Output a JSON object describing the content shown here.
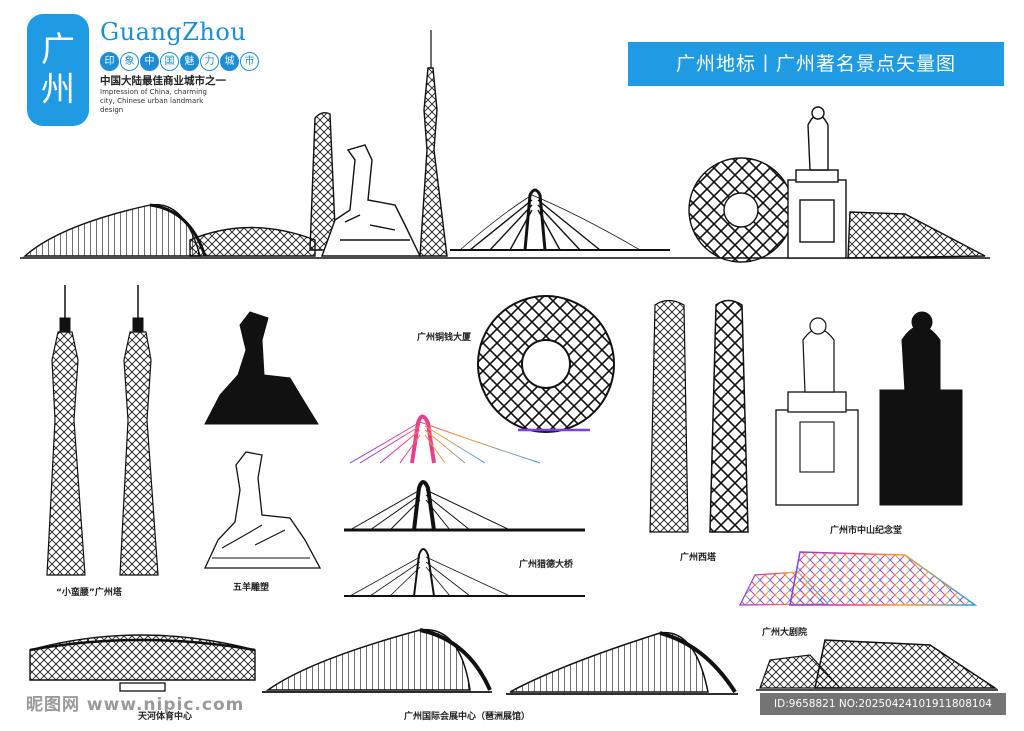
{
  "header": {
    "logo_chars": [
      "广",
      "州"
    ],
    "brand_name": "GuangZhou",
    "tagline_chips": [
      "印",
      "象",
      "中",
      "国",
      "魅",
      "力",
      "城",
      "市"
    ],
    "subtitle": "中国大陆最佳商业城市之一",
    "english_description": "Impression of China, charming city, Chinese urban landmark design",
    "banner_title": "广州地标丨广州著名景点矢量图"
  },
  "labels": {
    "canton_tower": "“小蛮腰”广州塔",
    "five_goats": "五羊雕塑",
    "guangzhou_circle": "广州铜钱大厦",
    "haixin_bridge": "广州猎德大桥",
    "west_tower": "广州西塔",
    "sun_yatsen": "广州市中山纪念堂",
    "opera_house": "广州大剧院",
    "tianhe_stadium": "天河体育中心",
    "expo_center": "广州国际会展中心（琶洲展馆）"
  },
  "footer": {
    "watermark": "昵图网 www.nipic.com",
    "image_id": "ID:9658821 NO:20250424101911808104"
  },
  "colors": {
    "accent_blue": "#1e9be3",
    "line_black": "#111111",
    "gradient_stops": [
      "#7b3fe4",
      "#e8408a",
      "#f7a030",
      "#2e9be8"
    ]
  }
}
